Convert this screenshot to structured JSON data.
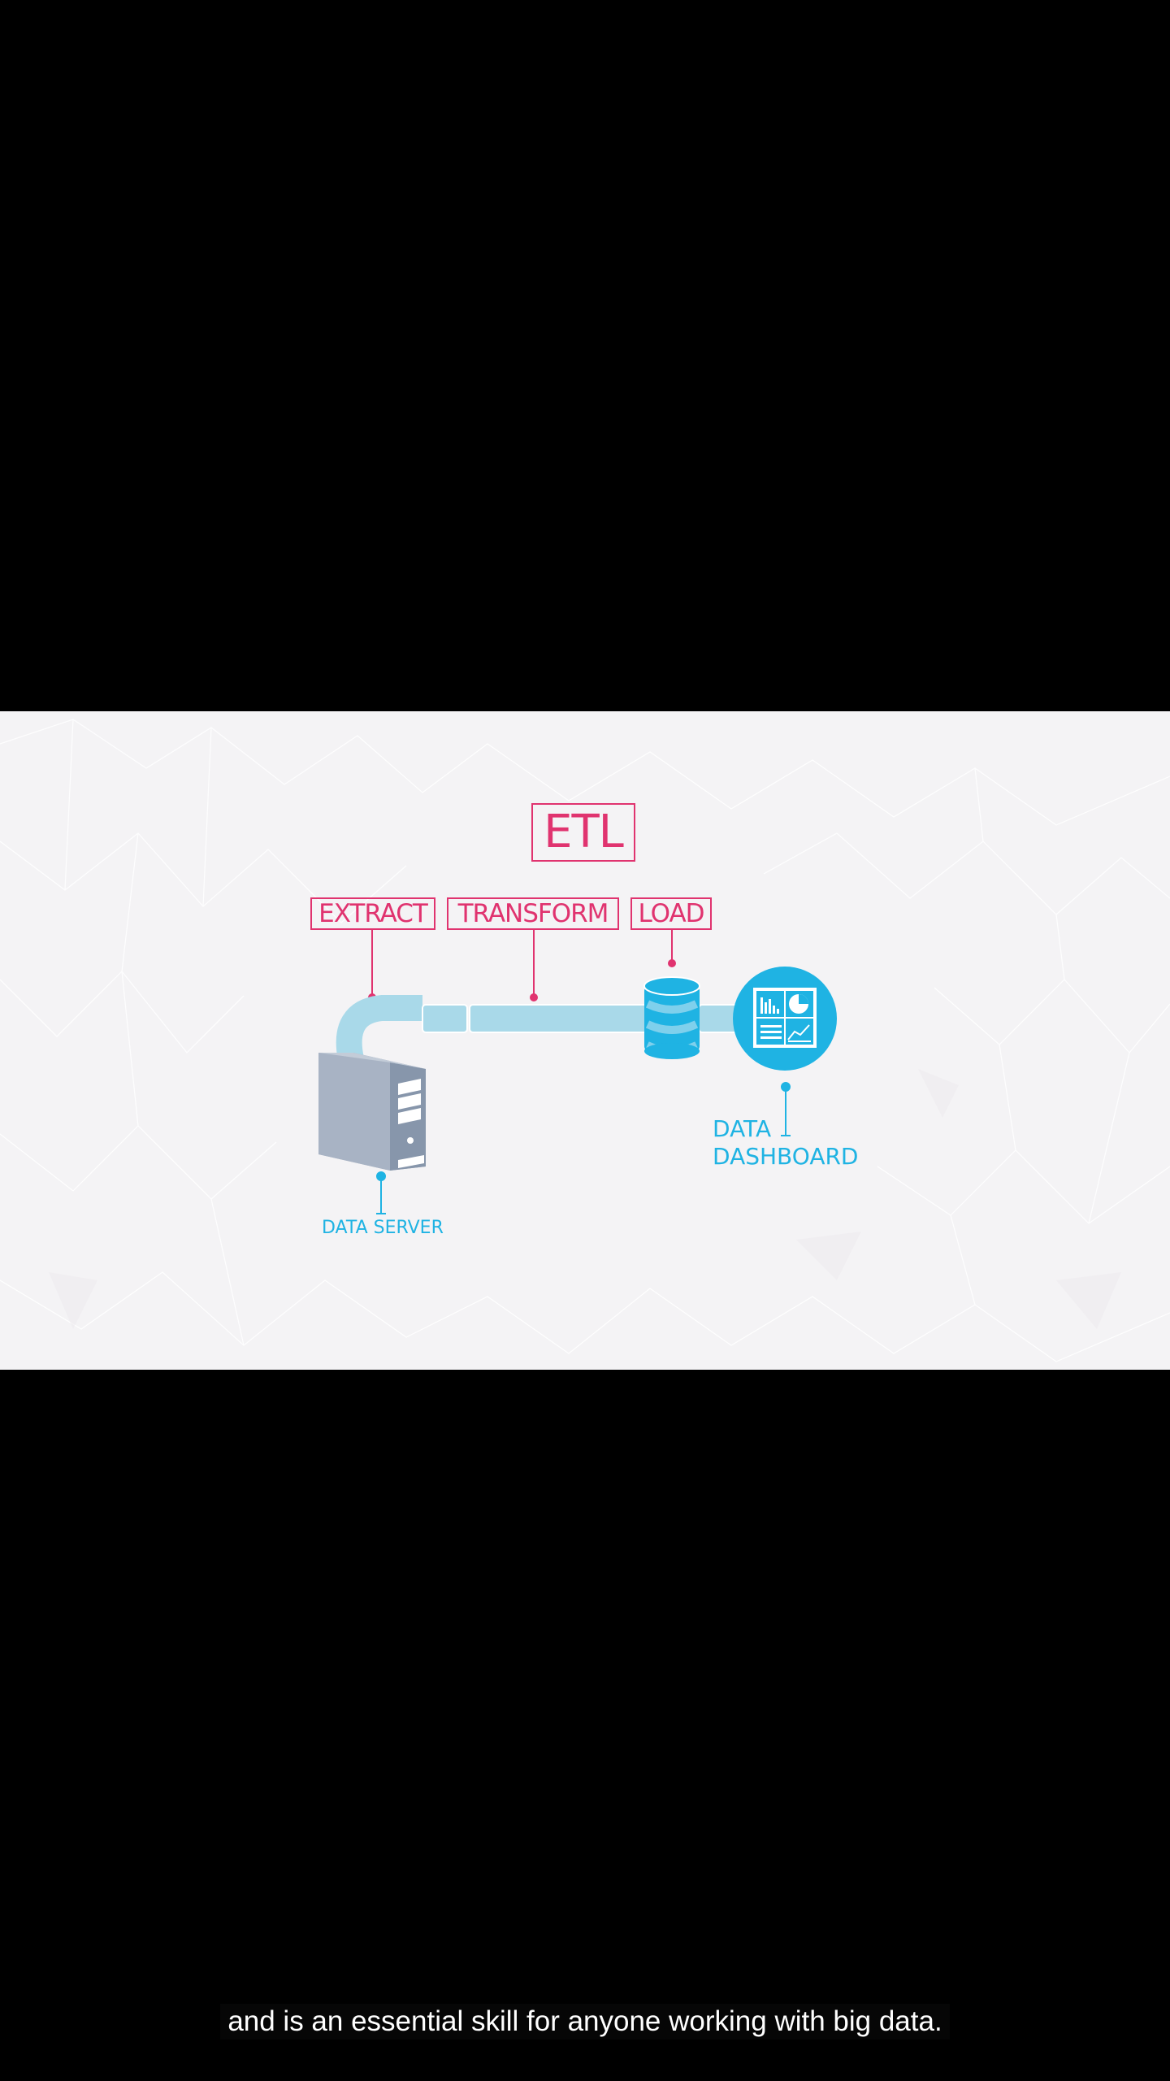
{
  "video": {
    "diagram": {
      "title": "ETL",
      "stages": [
        "EXTRACT",
        "TRANSFORM",
        "LOAD"
      ],
      "source_label": "DATA SERVER",
      "target_label_line1": "DATA",
      "target_label_line2": "DASHBOARD",
      "colors": {
        "accent_pink": "#e0336f",
        "accent_blue": "#1fb3e3",
        "pipe_blue": "#a9d9e9",
        "server_gray": "#9eabbd",
        "background": "#f4f3f5"
      },
      "icons": [
        "server-icon",
        "pipe-icon",
        "database-icon",
        "dashboard-icon"
      ]
    },
    "caption": "and is an essential skill for anyone working with big data."
  }
}
